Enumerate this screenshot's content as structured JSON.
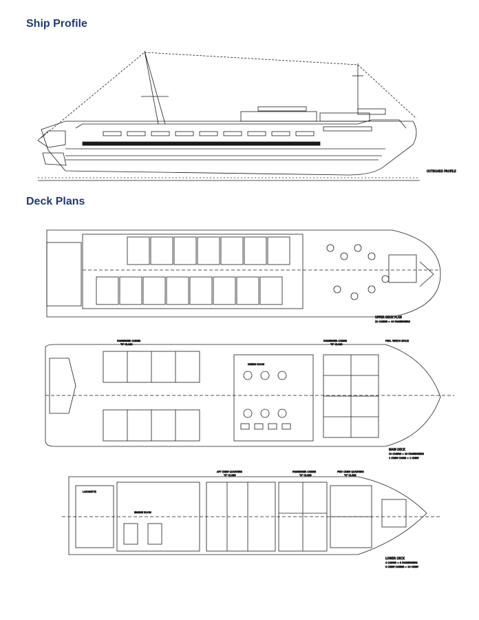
{
  "sections": {
    "profile_title": "Ship Profile",
    "decks_title": "Deck Plans"
  },
  "colors": {
    "heading": "#1f3a73",
    "ink": "#1a1a1a",
    "accent_marks": "#d04040"
  },
  "profile": {
    "label": "OUTBOARD PROFILE"
  },
  "upper_deck": {
    "title": "UPPER DECK PLAN",
    "subtitle": "22 CABINS = 44 PASSENGERS"
  },
  "main_deck": {
    "header_left": "PASSENGER CABINS",
    "header_left_class": "\"B\" CLASS",
    "header_right": "PASSENGER CABINS",
    "header_right_class": "\"B\" CLASS",
    "header_fwd": "FWD. WATCH SPACE",
    "dining": "DINING ROOM",
    "title": "MAIN DECK",
    "sub1": "10 CABINS = 20 PASSENGERS",
    "sub2": "1 CREW CABIN = 1 CREW"
  },
  "lower_deck": {
    "header_aft": "AFT CREW QUARTERS",
    "header_aft_class": "\"A\" CLASS",
    "header_pass": "PASSENGER CABINS",
    "header_pass_class": "\"A\" CLASS",
    "header_crew": "FWD CREW QUARTERS",
    "header_crew_class": "\"A\" CLASS",
    "engine": "ENGINE ROOM",
    "lazarette": "LAZARETTE",
    "title": "LOWER DECK",
    "sub1": "4 CABINS = 8 PASSENGERS",
    "sub2": "8 CREW CABINS = 16 CREW"
  }
}
